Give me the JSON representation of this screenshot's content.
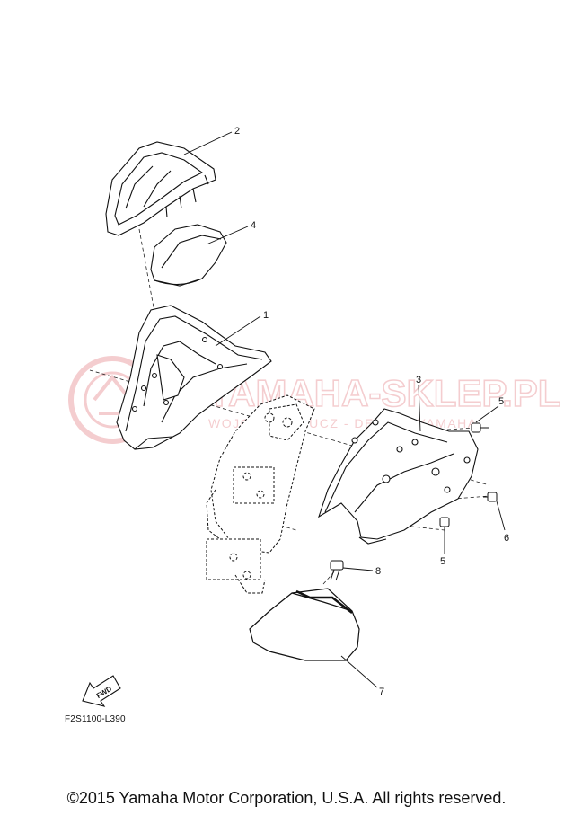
{
  "parts": [
    {
      "id": "callout-1",
      "number": "1"
    },
    {
      "id": "callout-2",
      "number": "2"
    },
    {
      "id": "callout-3",
      "number": "3"
    },
    {
      "id": "callout-4",
      "number": "4"
    },
    {
      "id": "callout-5a",
      "number": "5"
    },
    {
      "id": "callout-5b",
      "number": "5"
    },
    {
      "id": "callout-6",
      "number": "6"
    },
    {
      "id": "callout-7",
      "number": "7"
    },
    {
      "id": "callout-8",
      "number": "8"
    }
  ],
  "fwd_arrow_label": "FWD",
  "diagram_code": "F2S1100-L390",
  "watermark": {
    "brand": "YAMAHA-SKLEP.PL",
    "sub": "WOJCIECH PLUCZ - DEALER YAMAHA"
  },
  "copyright": "©2015 Yamaha Motor Corporation, U.S.A. All rights reserved."
}
